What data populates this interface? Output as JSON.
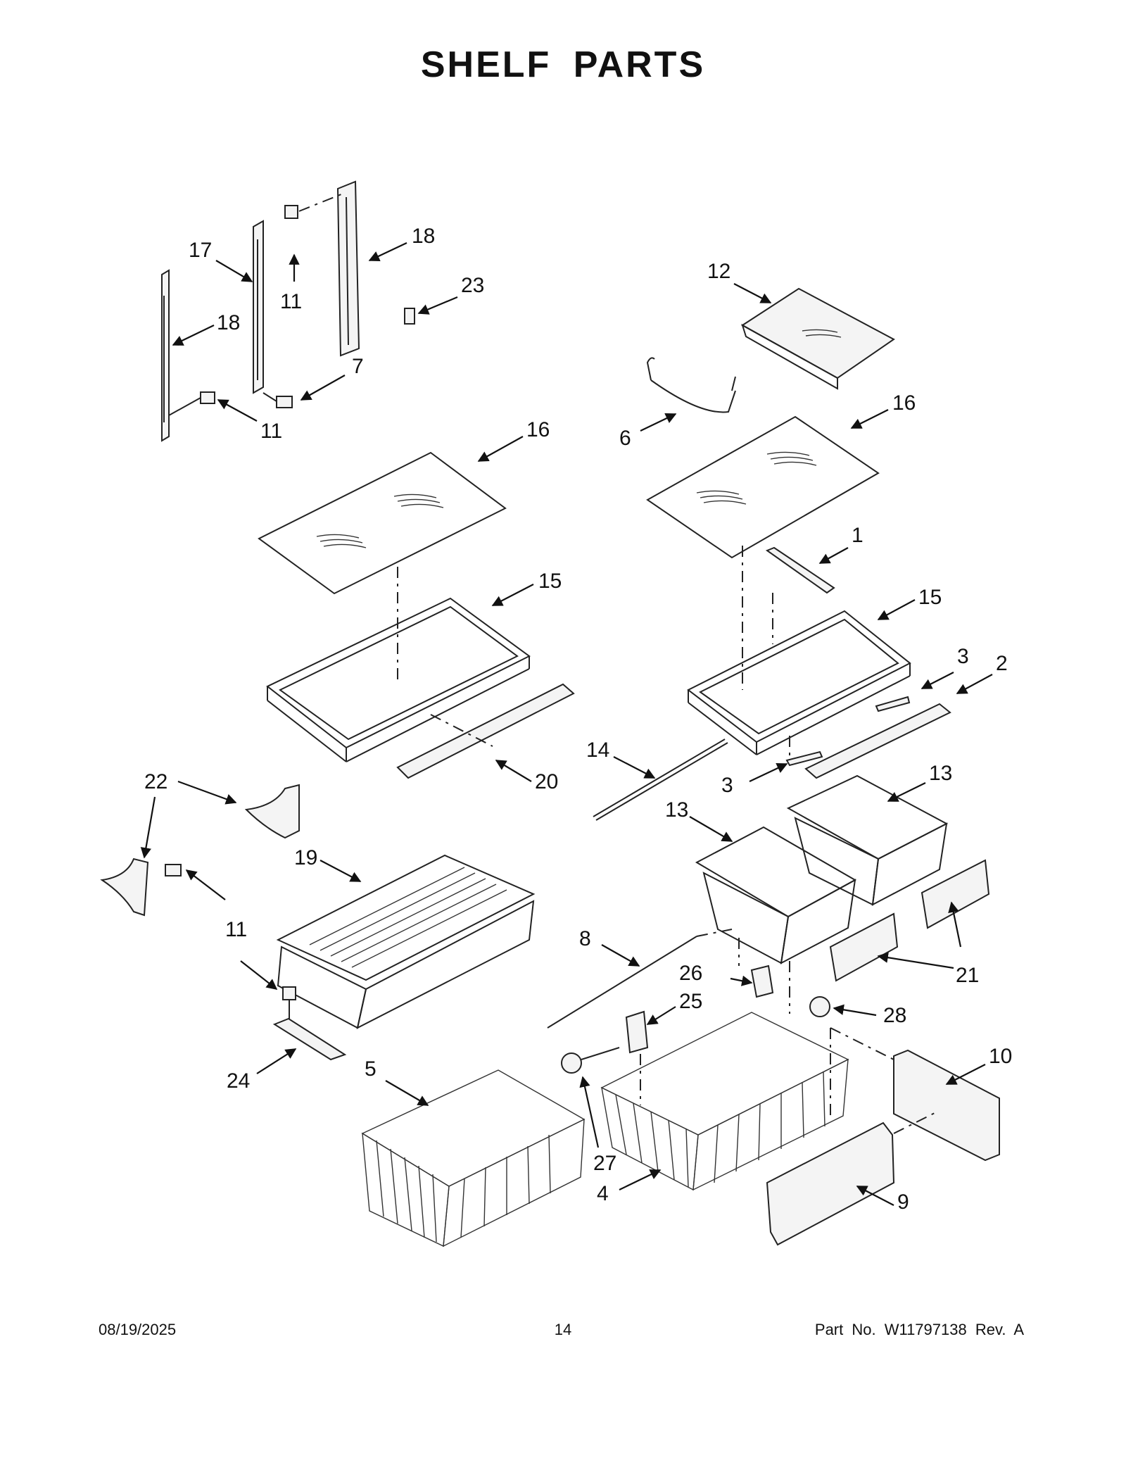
{
  "title": "SHELF  PARTS",
  "footer": {
    "date": "08/19/2025",
    "page": "14",
    "part": "Part No.  W11797138  Rev.  A"
  },
  "callouts": [
    "1",
    "2",
    "3",
    "3",
    "4",
    "5",
    "6",
    "7",
    "8",
    "9",
    "10",
    "11",
    "11",
    "11",
    "11",
    "12",
    "13",
    "13",
    "14",
    "15",
    "15",
    "16",
    "16",
    "17",
    "18",
    "18",
    "19",
    "20",
    "21",
    "22",
    "23",
    "24",
    "25",
    "26",
    "27",
    "28"
  ]
}
